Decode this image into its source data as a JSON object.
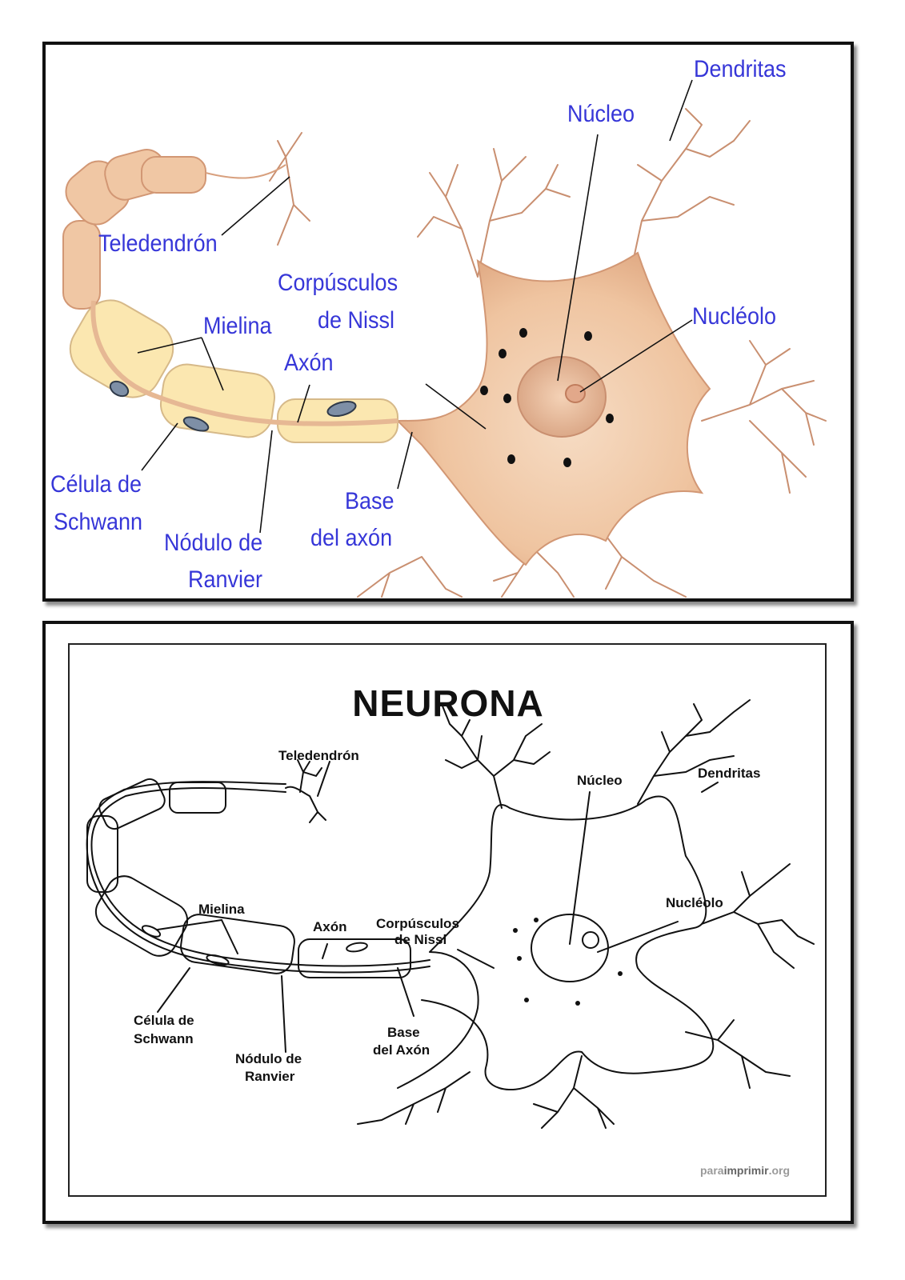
{
  "color_diagram": {
    "labels": {
      "dendritas": "Dendritas",
      "nucleo": "Núcleo",
      "teledendron": "Teledendrón",
      "corpusculos_1": "Corpúsculos",
      "corpusculos_2": "de Nissl",
      "mielina": "Mielina",
      "axon": "Axón",
      "nucleolo": "Nucléolo",
      "celula_1": "Célula de",
      "celula_2": "Schwann",
      "nodulo_1": "Nódulo de",
      "nodulo_2": "Ranvier",
      "base_1": "Base",
      "base_2": "del axón"
    },
    "colors": {
      "label_text": "#3636d8",
      "soma": "#f2c9a8",
      "myelin": "#fbe7b0",
      "nucleus_dots": "#111111"
    }
  },
  "bw_diagram": {
    "title": "NEURONA",
    "labels": {
      "teledendron": "Teledendrón",
      "nucleo": "Núcleo",
      "dendritas": "Dendritas",
      "mielina": "Mielina",
      "axon": "Axón",
      "corpusculos_1": "Corpúsculos",
      "corpusculos_2": "de Nissl",
      "nucleolo": "Nucléolo",
      "celula_1": "Célula de",
      "celula_2": "Schwann",
      "base_1": "Base",
      "base_2": "del Axón",
      "nodulo_1": "Nódulo de",
      "nodulo_2": "Ranvier"
    },
    "watermark": {
      "part1": "para",
      "part2": "imprimir",
      "part3": ".org"
    }
  }
}
